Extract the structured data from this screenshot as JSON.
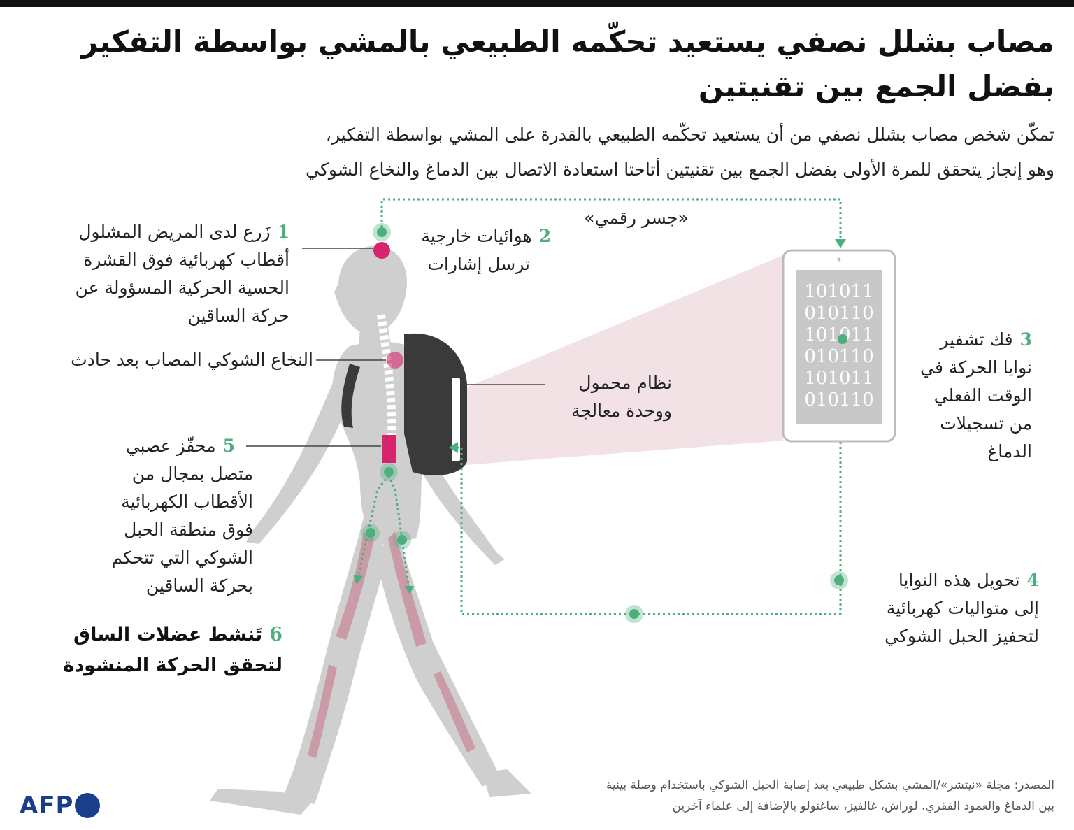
{
  "title": {
    "line1": "مصاب بشلل نصفي يستعيد تحكّمه الطبيعي بالمشي بواسطة التفكير",
    "line2": "بفضل الجمع بين تقنيتين"
  },
  "subtitle": {
    "line1": "تمكّن شخص مصاب بشلل نصفي من أن يستعيد تحكّمه الطبيعي بالقدرة على المشي بواسطة التفكير،",
    "line2": "وهو إنجاز يتحقق للمرة الأولى بفضل الجمع بين تقنيتين أتاحتا استعادة الاتصال بين الدماغ والنخاع الشوكي"
  },
  "bridge_label": "«جسر رقمي»",
  "steps": [
    {
      "num": "1",
      "lines": [
        "زَرع لدى المريض المشلول",
        "أقطاب كهربائية فوق القشرة",
        "الحسية الحركية المسؤولة عن",
        "حركة الساقين"
      ]
    },
    {
      "num": "2",
      "lines": [
        "هوائيات خارجية",
        "ترسل إشارات"
      ]
    },
    {
      "num": "3",
      "lines": [
        "فك تشفير",
        "نوايا الحركة في",
        "الوقت الفعلي",
        "من تسجيلات",
        "الدماغ"
      ]
    },
    {
      "num": "4",
      "lines": [
        "تحويل هذه النوايا",
        "إلى متواليات كهربائية",
        "لتحفيز الحبل الشوكي"
      ]
    },
    {
      "num": "5",
      "lines": [
        "محفّز عصبي",
        "متصل بمجال من",
        "الأقطاب الكهربائية",
        "فوق منطقة الحبل",
        "الشوكي التي تتحكم",
        "بحركة الساقين"
      ]
    },
    {
      "num": "6",
      "lines": [
        "تَنشط عضلات الساق",
        "لتحقق الحركة المنشودة"
      ]
    }
  ],
  "spinal_label": "النخاع الشوكي المصاب بعد حادث",
  "portable_label": [
    "نظام محمول",
    "ووحدة معالجة"
  ],
  "binary_lines": [
    "101011",
    "010110",
    "101011",
    "010110",
    "101011",
    "010110"
  ],
  "source": {
    "line1": "المصدر: مجلة «نيتشر»/المشي بشكل طبيعي بعد إصابة الحبل الشوكي باستخدام وصلة بينية",
    "line2": "بين الدماغ والعمود الفقري. لوراش، غالفيز، ساغنولو بالإضافة إلى علماء آخرين"
  },
  "logo": "AFP",
  "colors": {
    "accent_green": "#4caf7d",
    "magenta": "#d6246e",
    "body_gray": "#cfcfcf",
    "muscle": "#c98a9a",
    "backpack": "#3a3a3a",
    "beam": "#f1dfe2"
  }
}
